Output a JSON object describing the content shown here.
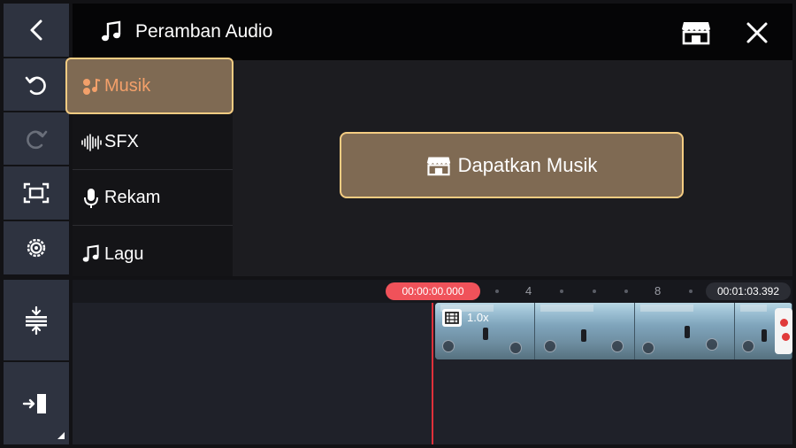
{
  "panel": {
    "title": "Peramban Audio",
    "icons": {
      "title": "music-note-icon",
      "store": "store-icon",
      "close": "close-icon"
    }
  },
  "toolbar": {
    "icons": [
      "back-arrow-icon",
      "undo-icon",
      "redo-icon",
      "fit-screen-icon",
      "settings-icon",
      "split-tracks-icon",
      "export-icon"
    ],
    "redo_enabled": false
  },
  "categories": [
    {
      "label": "Musik",
      "icon": "music-library-icon",
      "active": true
    },
    {
      "label": "SFX",
      "icon": "waveform-icon",
      "active": false
    },
    {
      "label": "Rekam",
      "icon": "microphone-icon",
      "active": false
    },
    {
      "label": "Lagu",
      "icon": "song-note-icon",
      "active": false
    }
  ],
  "get_music_button": {
    "label": "Dapatkan Musik",
    "icon": "store-icon"
  },
  "timeline": {
    "current_time": "00:00:00.000",
    "total_time": "00:01:03.392",
    "ruler_labels": [
      "4",
      "8"
    ],
    "clip": {
      "speed": "1.0x",
      "icon": "film-icon"
    }
  },
  "colors": {
    "accent_fill": "#7f6a53",
    "accent_border": "#f4cc82",
    "active_text": "#f3a06a",
    "playhead": "#e0303a",
    "toolbar_bg": "#2e3340"
  }
}
